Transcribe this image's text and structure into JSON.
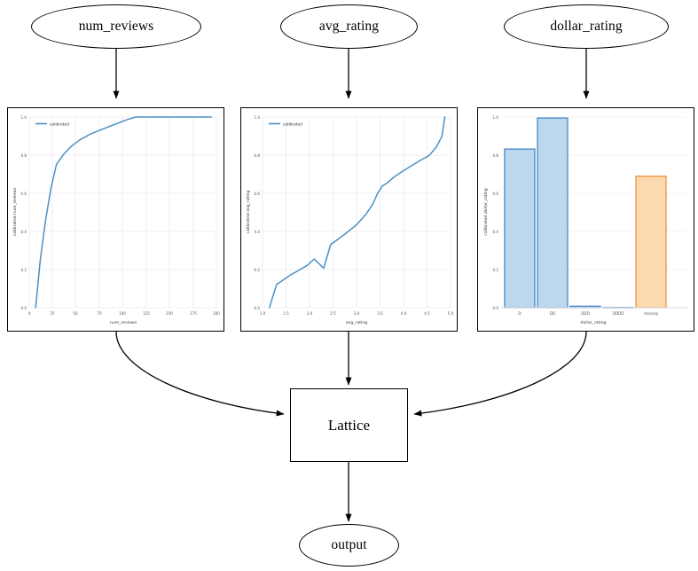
{
  "diagram": {
    "type": "calibrated-lattice-model-flow",
    "input_nodes": [
      {
        "id": "num_reviews",
        "label": "num_reviews"
      },
      {
        "id": "avg_rating",
        "label": "avg_rating"
      },
      {
        "id": "dollar_rating",
        "label": "dollar_rating"
      }
    ],
    "center_node": {
      "id": "lattice",
      "label": "Lattice"
    },
    "output_node": {
      "id": "output",
      "label": "output"
    },
    "edges": [
      {
        "from": "num_reviews",
        "to": "calibrator_num_reviews"
      },
      {
        "from": "avg_rating",
        "to": "calibrator_avg_rating"
      },
      {
        "from": "dollar_rating",
        "to": "calibrator_dollar_rating"
      },
      {
        "from": "calibrator_num_reviews",
        "to": "lattice"
      },
      {
        "from": "calibrator_avg_rating",
        "to": "lattice"
      },
      {
        "from": "calibrator_dollar_rating",
        "to": "lattice"
      },
      {
        "from": "lattice",
        "to": "output"
      }
    ]
  },
  "colors": {
    "line_blue": "#4a90c4",
    "bar_fill_blue": "#bcd8ec",
    "bar_edge_blue": "#3b7fc4",
    "bar_fill_orange": "#fcd9b0",
    "bar_edge_orange": "#f08b33",
    "edge_black": "#000000",
    "grid": "#eaeaf2",
    "text_gray": "#555555"
  },
  "chart_data": [
    {
      "id": "calibrator_num_reviews",
      "type": "line",
      "title": "",
      "xlabel": "num_reviews",
      "ylabel": "calibrated num_reviews",
      "legend": [
        "calibrated"
      ],
      "legend_position": "upper left",
      "grid": true,
      "xlim": [
        0,
        207
      ],
      "ylim": [
        -0.04,
        1.04
      ],
      "xticks": [
        0,
        25,
        50,
        75,
        100,
        125,
        150,
        175,
        200
      ],
      "xticklabels": [
        "0",
        "25",
        "50",
        "75",
        "100",
        "125",
        "150",
        "175",
        "200"
      ],
      "yticks": [
        0.0,
        0.2,
        0.4,
        0.6,
        0.8,
        1.0
      ],
      "yticklabels": [
        "0.0",
        "0.2",
        "0.4",
        "0.6",
        "0.8",
        "1.0"
      ],
      "series": [
        {
          "name": "calibrated",
          "x": [
            7,
            12,
            18,
            24,
            30,
            38,
            46,
            55,
            68,
            80,
            95,
            107,
            117,
            130,
            150,
            175,
            200
          ],
          "y": [
            0.0,
            0.245,
            0.46,
            0.63,
            0.752,
            0.805,
            0.845,
            0.878,
            0.912,
            0.935,
            0.963,
            0.985,
            1.0,
            1.0,
            1.0,
            1.0,
            1.0
          ]
        }
      ]
    },
    {
      "id": "calibrator_avg_rating",
      "type": "line",
      "title": "",
      "xlabel": "avg_rating",
      "ylabel": "calibrated avg_rating",
      "legend": [
        "calibrated"
      ],
      "legend_position": "upper left",
      "grid": true,
      "xlim": [
        1.0,
        5.0
      ],
      "ylim": [
        -0.04,
        1.04
      ],
      "xticks": [
        1.0,
        1.5,
        2.0,
        2.5,
        3.0,
        3.5,
        4.0,
        4.5,
        5.0
      ],
      "xticklabels": [
        "1.0",
        "1.5",
        "2.0",
        "2.5",
        "3.0",
        "3.5",
        "4.0",
        "4.5",
        "5.0"
      ],
      "yticks": [
        0.0,
        0.2,
        0.4,
        0.6,
        0.8,
        1.0
      ],
      "yticklabels": [
        "0.0",
        "0.2",
        "0.4",
        "0.6",
        "0.8",
        "1.0"
      ],
      "series": [
        {
          "name": "calibrated",
          "x": [
            1.15,
            1.22,
            1.3,
            1.45,
            1.6,
            1.8,
            1.95,
            2.1,
            2.3,
            2.45,
            2.6,
            2.8,
            3.0,
            3.2,
            3.35,
            3.45,
            3.55,
            3.65,
            3.8,
            4.0,
            4.2,
            4.4,
            4.55,
            4.7,
            4.82,
            4.9
          ],
          "y": [
            0.0,
            0.06,
            0.122,
            0.147,
            0.172,
            0.2,
            0.222,
            0.255,
            0.3,
            0.332,
            0.358,
            0.395,
            0.435,
            0.49,
            0.545,
            0.6,
            0.638,
            0.66,
            0.692,
            0.725,
            0.755,
            0.785,
            0.805,
            0.848,
            0.9,
            1.0
          ]
        }
      ]
    },
    {
      "id": "calibrator_dollar_rating",
      "type": "bar",
      "title": "",
      "xlabel": "dollar_rating",
      "ylabel": "calibrated dollar_rating",
      "grid": true,
      "ylim": [
        -0.02,
        1.04
      ],
      "yticks": [
        0.0,
        0.2,
        0.4,
        0.6,
        0.8,
        1.0
      ],
      "yticklabels": [
        "0.0",
        "0.2",
        "0.4",
        "0.6",
        "0.8",
        "1.0"
      ],
      "categories": [
        "D",
        "DD",
        "DDD",
        "DDDD",
        "missing"
      ],
      "values": [
        0.832,
        0.995,
        0.008,
        0.001,
        0.69
      ],
      "bar_colors": [
        "blue",
        "blue",
        "blue",
        "blue",
        "orange"
      ]
    }
  ]
}
